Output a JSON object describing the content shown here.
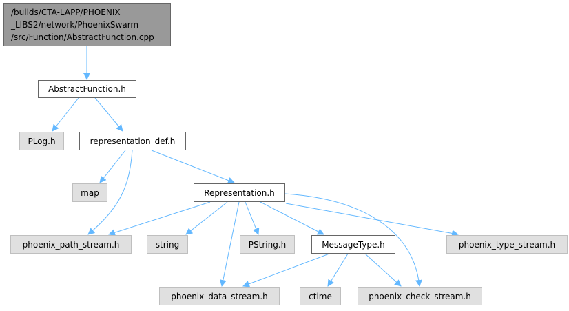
{
  "graph": {
    "root": {
      "lines": [
        "/builds/CTA-LAPP/PHOENIX",
        "_LIBS2/network/PhoenixSwarm",
        "/src/Function/AbstractFunction.cpp"
      ]
    },
    "nodes": {
      "abstract_function": "AbstractFunction.h",
      "plog": "PLog.h",
      "representation_def": "representation_def.h",
      "map": "map",
      "representation": "Representation.h",
      "phoenix_path_stream": "phoenix_path_stream.h",
      "string": "string",
      "pstring": "PString.h",
      "message_type": "MessageType.h",
      "phoenix_type_stream": "phoenix_type_stream.h",
      "phoenix_data_stream": "phoenix_data_stream.h",
      "ctime": "ctime",
      "phoenix_check_stream": "phoenix_check_stream.h"
    },
    "edge_color": "#63b8ff"
  }
}
